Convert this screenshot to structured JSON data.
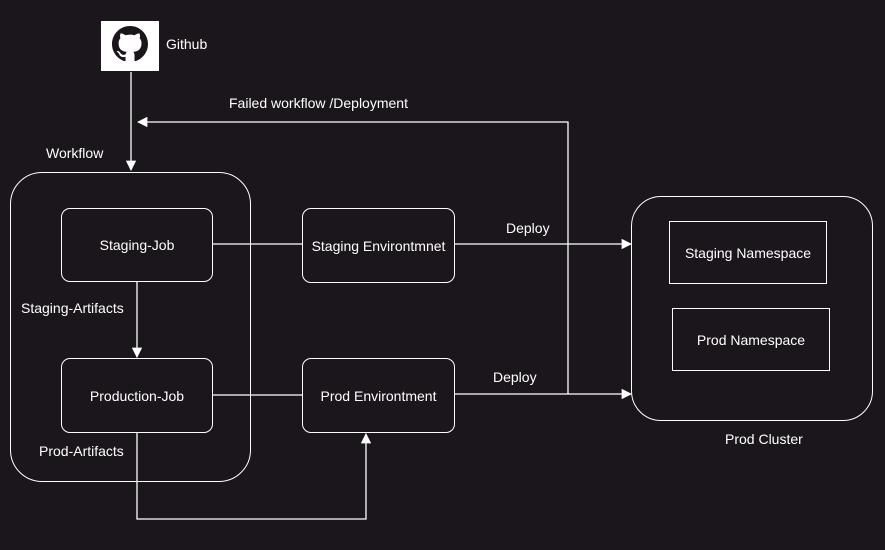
{
  "github": {
    "label": "Github",
    "icon": "github-icon"
  },
  "workflow": {
    "label": "Workflow",
    "staging_job": "Staging-Job",
    "production_job": "Production-Job",
    "staging_artifacts": "Staging-Artifacts",
    "prod_artifacts": "Prod-Artifacts"
  },
  "environments": {
    "staging": "Staging Environtmnet",
    "prod": "Prod Environtment"
  },
  "edges": {
    "failed": "Failed workflow /Deployment",
    "deploy_staging": "Deploy",
    "deploy_prod": "Deploy"
  },
  "cluster": {
    "label": "Prod Cluster",
    "staging_ns": "Staging Namespace",
    "prod_ns": "Prod Namespace"
  },
  "colors": {
    "background": "#1b161b",
    "stroke": "#ffffff"
  }
}
